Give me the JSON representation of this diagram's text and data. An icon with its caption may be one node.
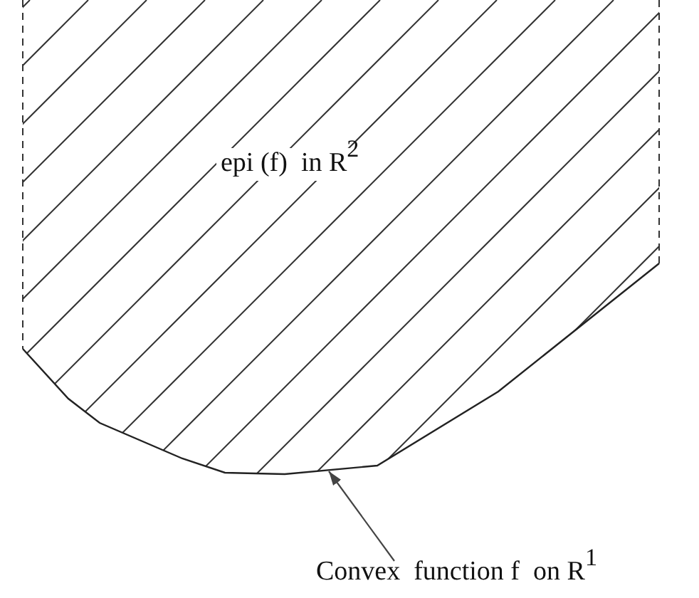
{
  "diagram": {
    "nodes": [
      {
        "text": [
          "Convex  function f  on R$^{1}$"
        ]
      },
      {
        "text": [],
        "shape": "curve"
      }
    ],
    "edges": [
      {
        "from": 0,
        "to": 1,
        "arrow": "to"
      }
    ],
    "labels": [
      "epi (f)  in R$^{2}$"
    ]
  }
}
